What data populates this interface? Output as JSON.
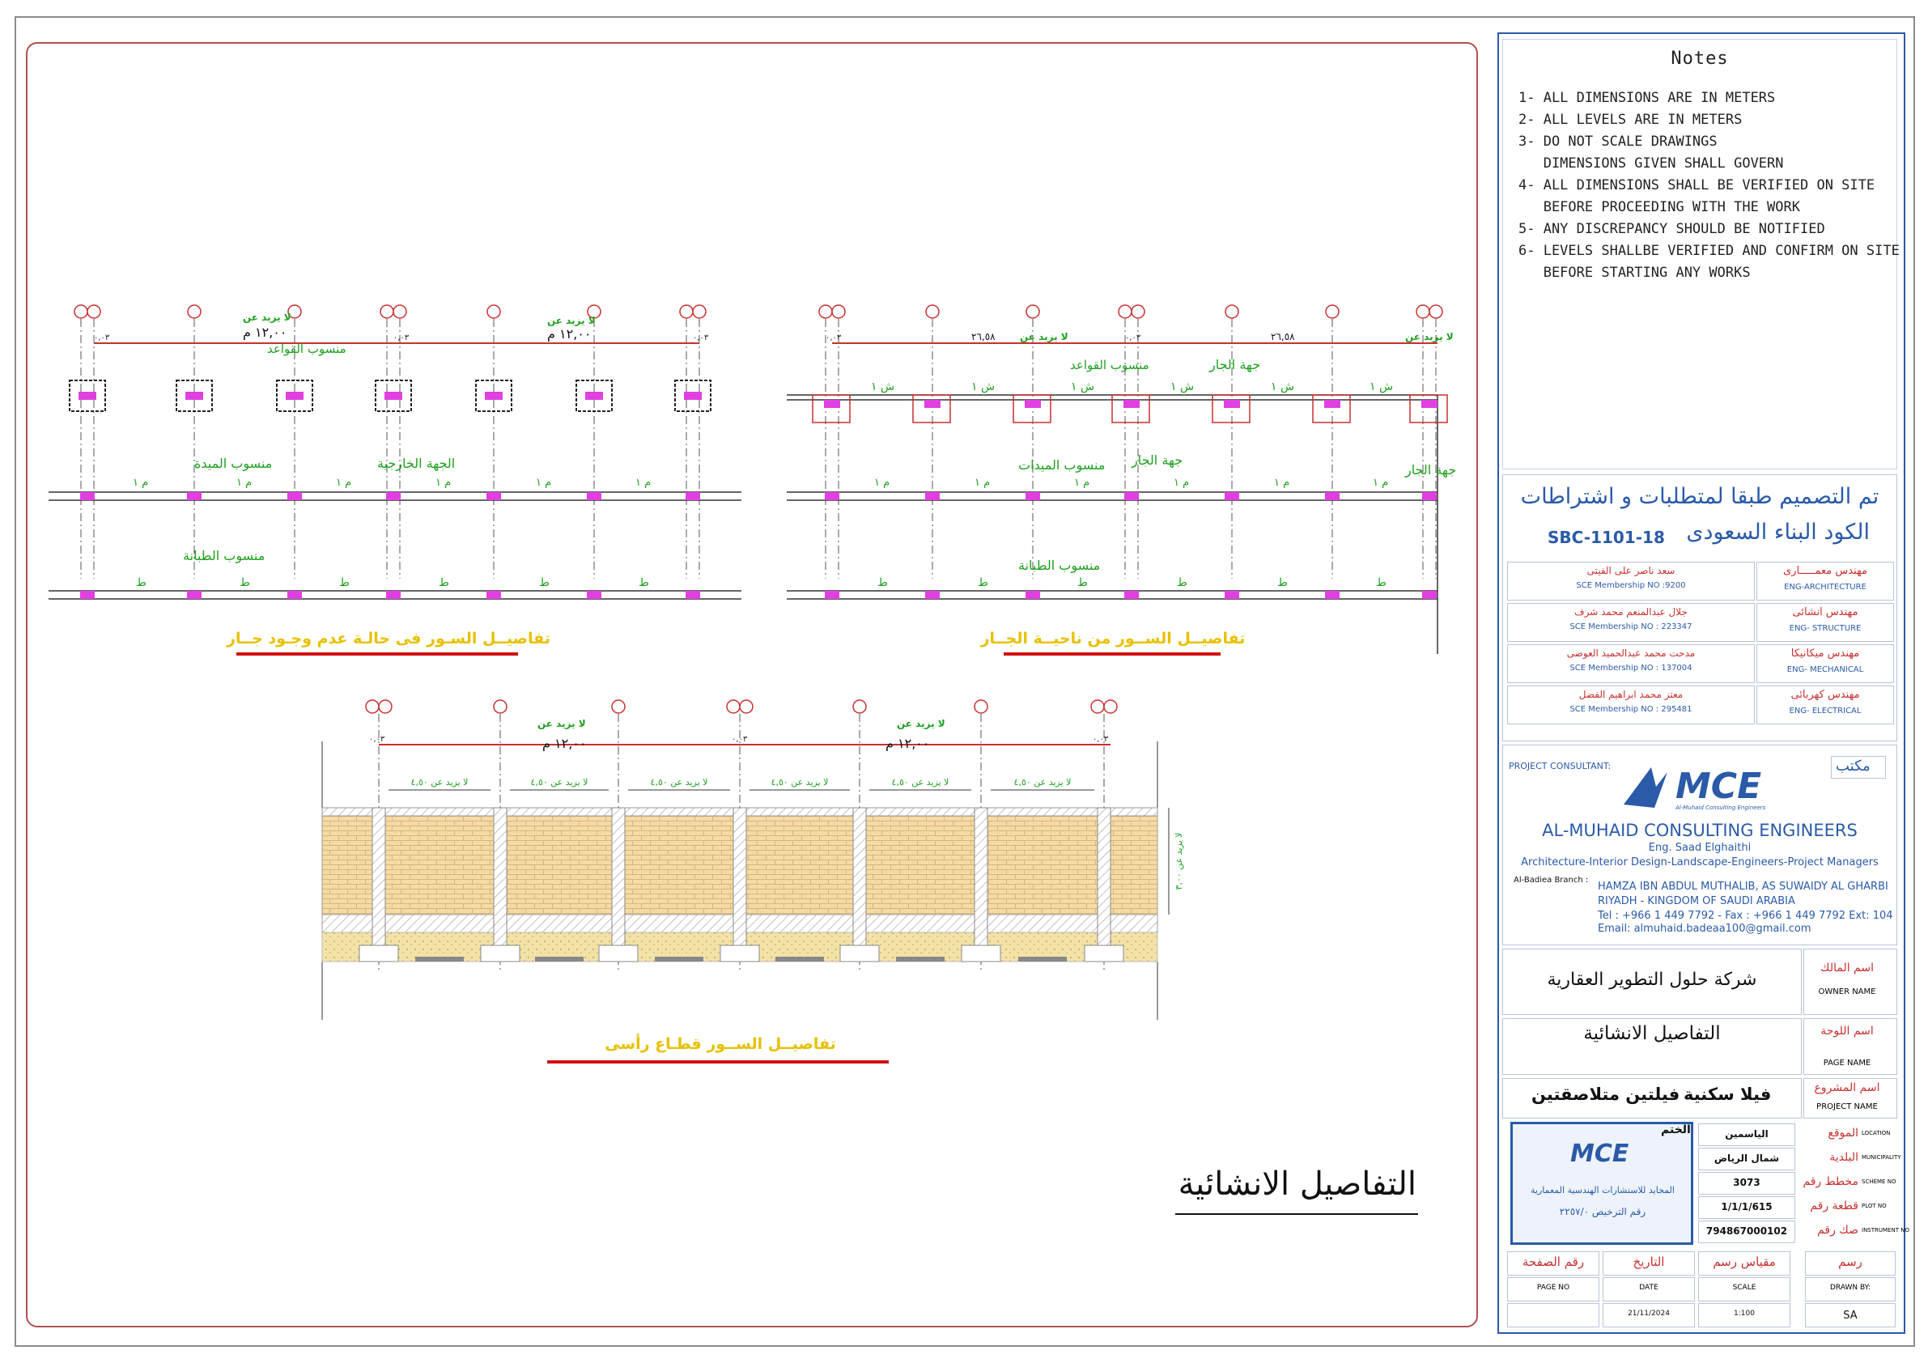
{
  "notes": {
    "title": "Notes",
    "items": [
      "1- ALL DIMENSIONS ARE IN METERS",
      "2- ALL LEVELS ARE IN METERS",
      "3- DO NOT SCALE DRAWINGS",
      "   DIMENSIONS GIVEN SHALL GOVERN",
      "4- ALL DIMENSIONS SHALL BE VERIFIED ON SITE",
      "   BEFORE PROCEEDING WITH THE WORK",
      "5- ANY DISCREPANCY SHOULD BE NOTIFIED",
      "6- LEVELS SHALLBE VERIFIED AND CONFIRM ON SITE",
      "   BEFORE STARTING ANY WORKS"
    ]
  },
  "code_compliance": {
    "line1": "تم التصميم طبقا لمتطلبات و اشتراطات",
    "line2": "الكود البناء السعودى",
    "code": "SBC-1101-18"
  },
  "engineers": [
    {
      "role_ar": "مهندس معمـــــارى",
      "role_en": "ENG-ARCHITECTURE",
      "name": "سعد ناصر على الفيتى",
      "membership": "SCE Membership NO  :9200"
    },
    {
      "role_ar": "مهندس انشائى",
      "role_en": "ENG- STRUCTURE",
      "name": "جلال عبدالمنعم محمد شرف",
      "membership": "SCE Membership NO  :  223347"
    },
    {
      "role_ar": "مهندس ميكانيكا",
      "role_en": "ENG- MECHANICAL",
      "name": "مدحت محمد عبدالحميد العوضى",
      "membership": "SCE Membership NO  :  137004"
    },
    {
      "role_ar": "مهندس كهربائى",
      "role_en": "ENG- ELECTRICAL",
      "name": "معتز محمد ابراهيم الفضل",
      "membership": "SCE Membership NO  :  295481"
    }
  ],
  "consultant": {
    "label": "PROJECT CONSULTANT:",
    "office_ar": "مكتب",
    "logo_text": "MCE",
    "logo_sub": "Al-Muhaid Consulting Engineers",
    "name": "AL-MUHAID CONSULTING ENGINEERS",
    "engineer": "Eng. Saad Elghaithi",
    "services": "Architecture-Interior Design-Landscape-Engineers-Project Managers",
    "branch_label": "Al-Badiea Branch :",
    "address1": "HAMZA IBN ABDUL MUTHALIB, AS SUWAIDY AL GHARBI",
    "address2": "RIYADH - KINGDOM OF SAUDI ARABIA",
    "phone": "Tel : +966 1 449 7792 -  Fax : +966 1 449 7792 Ext: 104",
    "email": "Email:   almuhaid.badeaa100@gmail.com"
  },
  "owner": {
    "label_ar": "اسم المالك",
    "label_en": "OWNER NAME",
    "value": "شركة حلول التطوير العقارية"
  },
  "page_name": {
    "label_ar": "اسم اللوحة",
    "label_en": "PAGE NAME",
    "value": "التفاصيل الانشائية"
  },
  "project": {
    "label_ar": "اسم المشروع",
    "label_en": "PROJECT NAME",
    "value1": "فيلا سكنية",
    "value2": "فيلتين متلاصقتين"
  },
  "stamp": {
    "label": "الختم",
    "logo": "MCE",
    "line1": "المحايد للاستشارات الهندسية المعمارية",
    "line2": "رقم الترخيص  ٢٢٥٧/٠"
  },
  "site": [
    {
      "label_ar": "الموقع",
      "label_en": "LOCATION",
      "value": "الياسمين"
    },
    {
      "label_ar": "البلدية",
      "label_en": "MUNICIPALITY",
      "value": "شمال الرياض"
    },
    {
      "label_ar": "مخطط رقم",
      "label_en": "SCHEME NO",
      "value": "3073"
    },
    {
      "label_ar": "قطعة رقم",
      "label_en": "PLOT NO",
      "value": "1/1/1/615"
    },
    {
      "label_ar": "صك رقم",
      "label_en": "INSTRUMENT NO",
      "value": "794867000102"
    }
  ],
  "footer": {
    "page_no": {
      "label_ar": "رقم الصفحة",
      "label_en": "PAGE NO",
      "value": ""
    },
    "date": {
      "label_ar": "التاريخ",
      "label_en": "DATE",
      "value": "21/11/2024"
    },
    "scale": {
      "label_ar": "مقياس رسم",
      "label_en": "SCALE",
      "value": "1:100"
    },
    "drawn": {
      "label_ar": "رسم",
      "label_en": "DRAWN BY:",
      "value": "SA"
    }
  },
  "drawing": {
    "sheet_title": "التفاصيل الانشائية",
    "detail1_title": "تفاصيــل السـور فى حالـة عدم وجـود جــار",
    "detail2_title": "تفاصيــل الســور من ناحيــة الجــار",
    "detail3_title": "تفاصيــل الســور  قطـاع رأسى",
    "max_label": "لا يزيد عن",
    "span_12": "١٢,٠٠ م",
    "span_26": "٢٦,٥٨",
    "level_tag": "٠,٠٣",
    "lbl_footings": "منسوب القواعد",
    "lbl_beam": "منسوب الميدة",
    "lbl_beams": "منسوب الميدات",
    "lbl_outer": "الجهة الخارجية",
    "lbl_neighbor": "جهة الجار",
    "lbl_blinding": "منسوب الطبانة",
    "beam_tag": "م ١",
    "tie_tag": "ش ١",
    "blind_tag": "ط",
    "panel_label": "لا يزيد عن ٤,٥٠",
    "height_label": "لا يزيد عن ٣,٠٠"
  },
  "colors": {
    "red": "#c83030",
    "green": "#1fa01f",
    "magenta": "#e040e0",
    "brick": "#f3d9a0",
    "yellow": "#e8c000",
    "blue": "#2a5aa8"
  }
}
